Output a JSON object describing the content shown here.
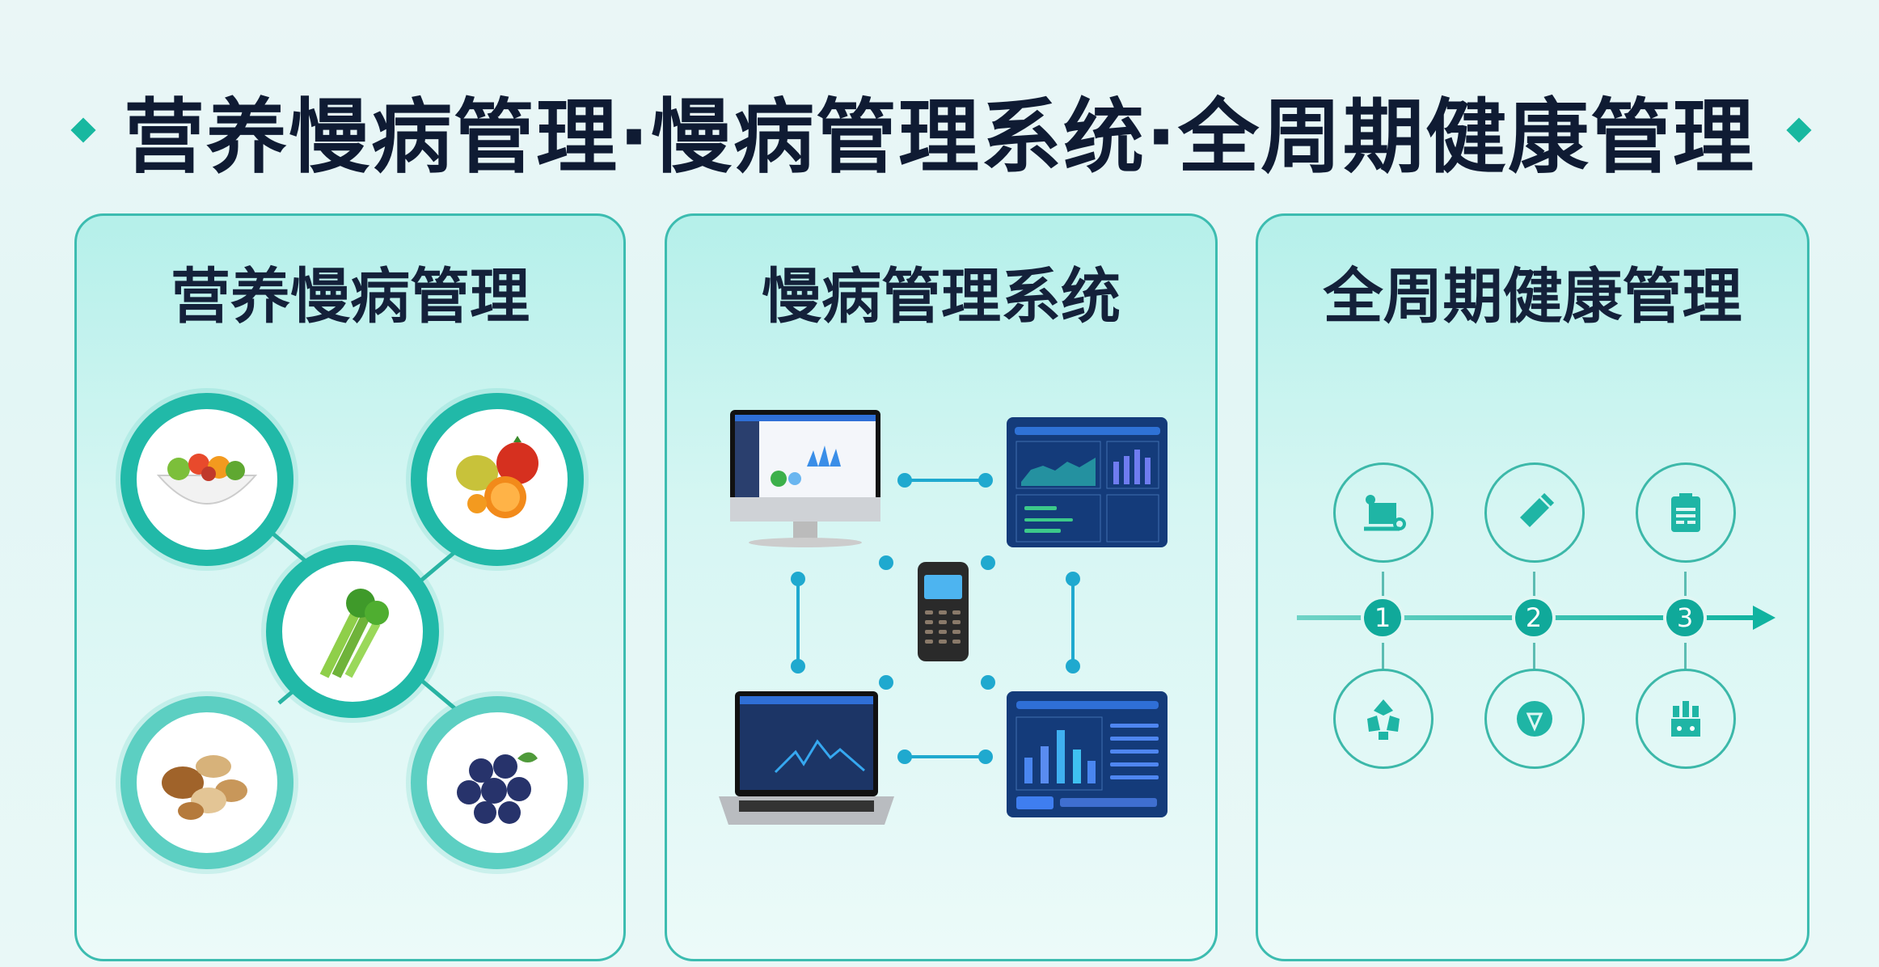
{
  "header": {
    "title": "营养慢病管理·慢病管理系统·全周期健康管理"
  },
  "panels": [
    {
      "title": "营养慢病管理",
      "items": [
        "salad-bowl",
        "fruits",
        "celery",
        "nuts",
        "blueberries"
      ]
    },
    {
      "title": "慢病管理系统",
      "devices": [
        "desktop-monitor",
        "dashboard-tablet",
        "mobile-phone",
        "laptop",
        "dashboard-bar-chart"
      ]
    },
    {
      "title": "全周期健康管理",
      "steps": [
        "1",
        "2",
        "3"
      ],
      "top_icons": [
        "medical-cart-icon",
        "pill-icon",
        "clipboard-icon"
      ],
      "bottom_icons": [
        "recycle-icon",
        "badge-shield-icon",
        "chart-kit-icon"
      ]
    }
  ],
  "colors": {
    "accent": "#21b9a8",
    "title": "#0f1b33",
    "link": "#1fa9cf",
    "dashboard": "#123a78"
  }
}
